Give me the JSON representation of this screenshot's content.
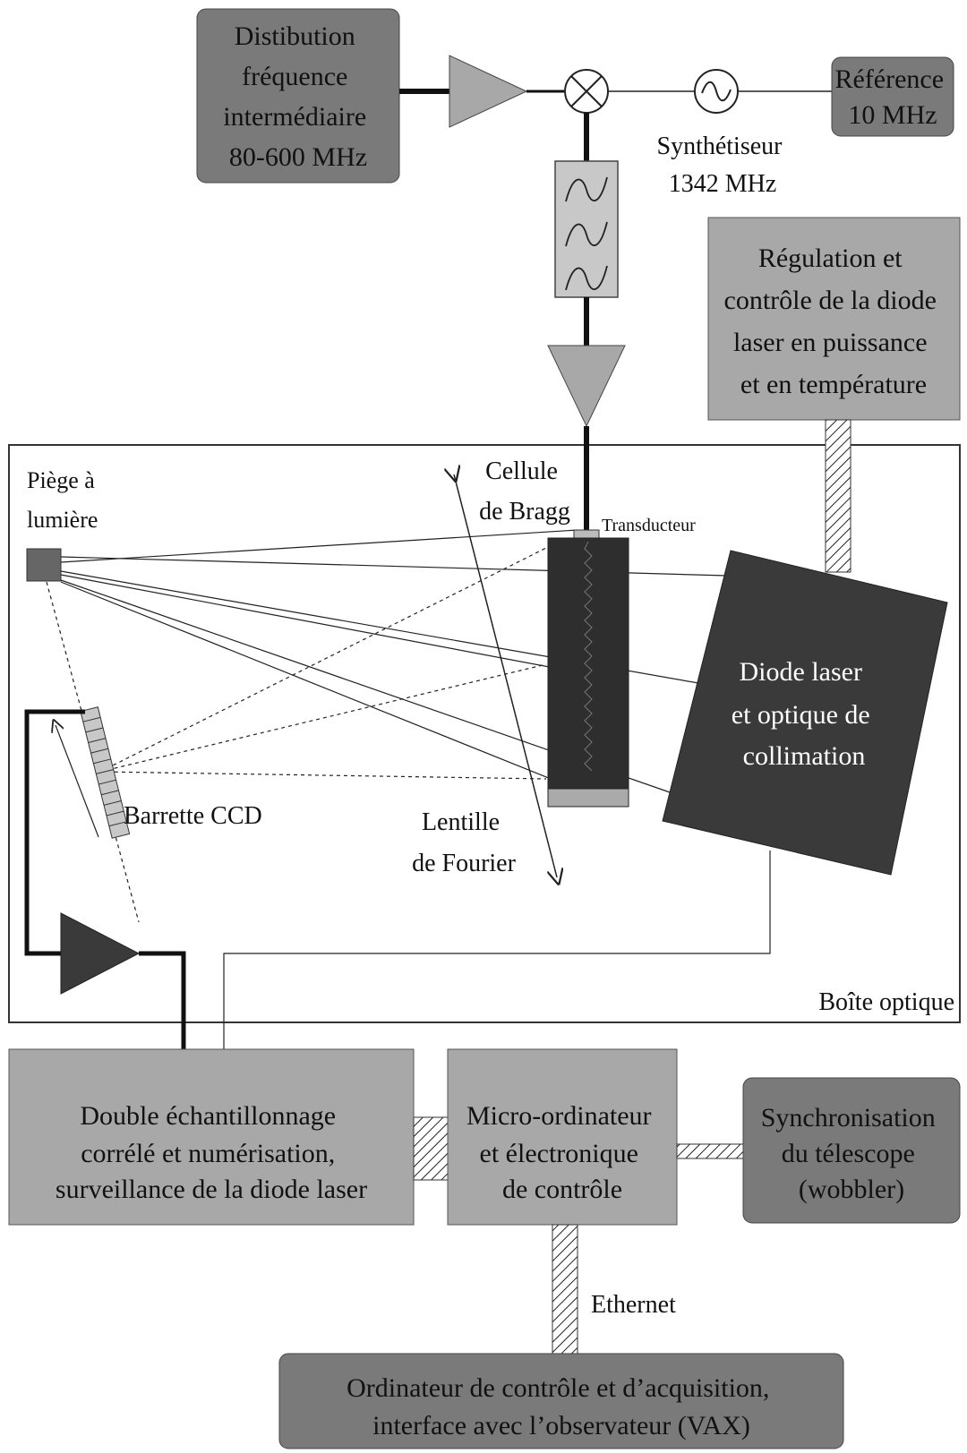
{
  "blocks": {
    "distribution": [
      "Distibution",
      "fréquence",
      "intermédiaire",
      "80-600 MHz"
    ],
    "reference": [
      "Référence",
      "10 MHz"
    ],
    "synthesizer": [
      "Synthétiseur",
      "1342 MHz"
    ],
    "regulation": [
      "Régulation et",
      "contrôle de la diode",
      "laser en puissance",
      "et en température"
    ],
    "light_trap": [
      "Piège à",
      "lumière"
    ],
    "bragg_cell": [
      "Cellule",
      "de Bragg"
    ],
    "transducer": "Transducteur",
    "laser_diode": [
      "Diode laser",
      "et optique de",
      "collimation"
    ],
    "ccd": "Barrette CCD",
    "fourier_lens": [
      "Lentille",
      "de Fourier"
    ],
    "optical_box": "Boîte optique",
    "sampling": [
      "Double échantillonnage",
      "corrélé et numérisation,",
      "surveillance de la diode laser"
    ],
    "micro": [
      "Micro-ordinateur",
      "et électronique",
      "de contrôle"
    ],
    "sync": [
      "Synchronisation",
      "du télescope",
      "(wobbler)"
    ],
    "ethernet": "Ethernet",
    "computer": [
      "Ordinateur de contrôle et d’acquisition,",
      "interface avec l’observateur (VAX)"
    ]
  },
  "colors": {
    "dark_block": "#7a7a7a",
    "light_block": "#a8a8a8",
    "bragg_cell": "#2e2e2e",
    "laser_diode": "#3a3a3a"
  }
}
